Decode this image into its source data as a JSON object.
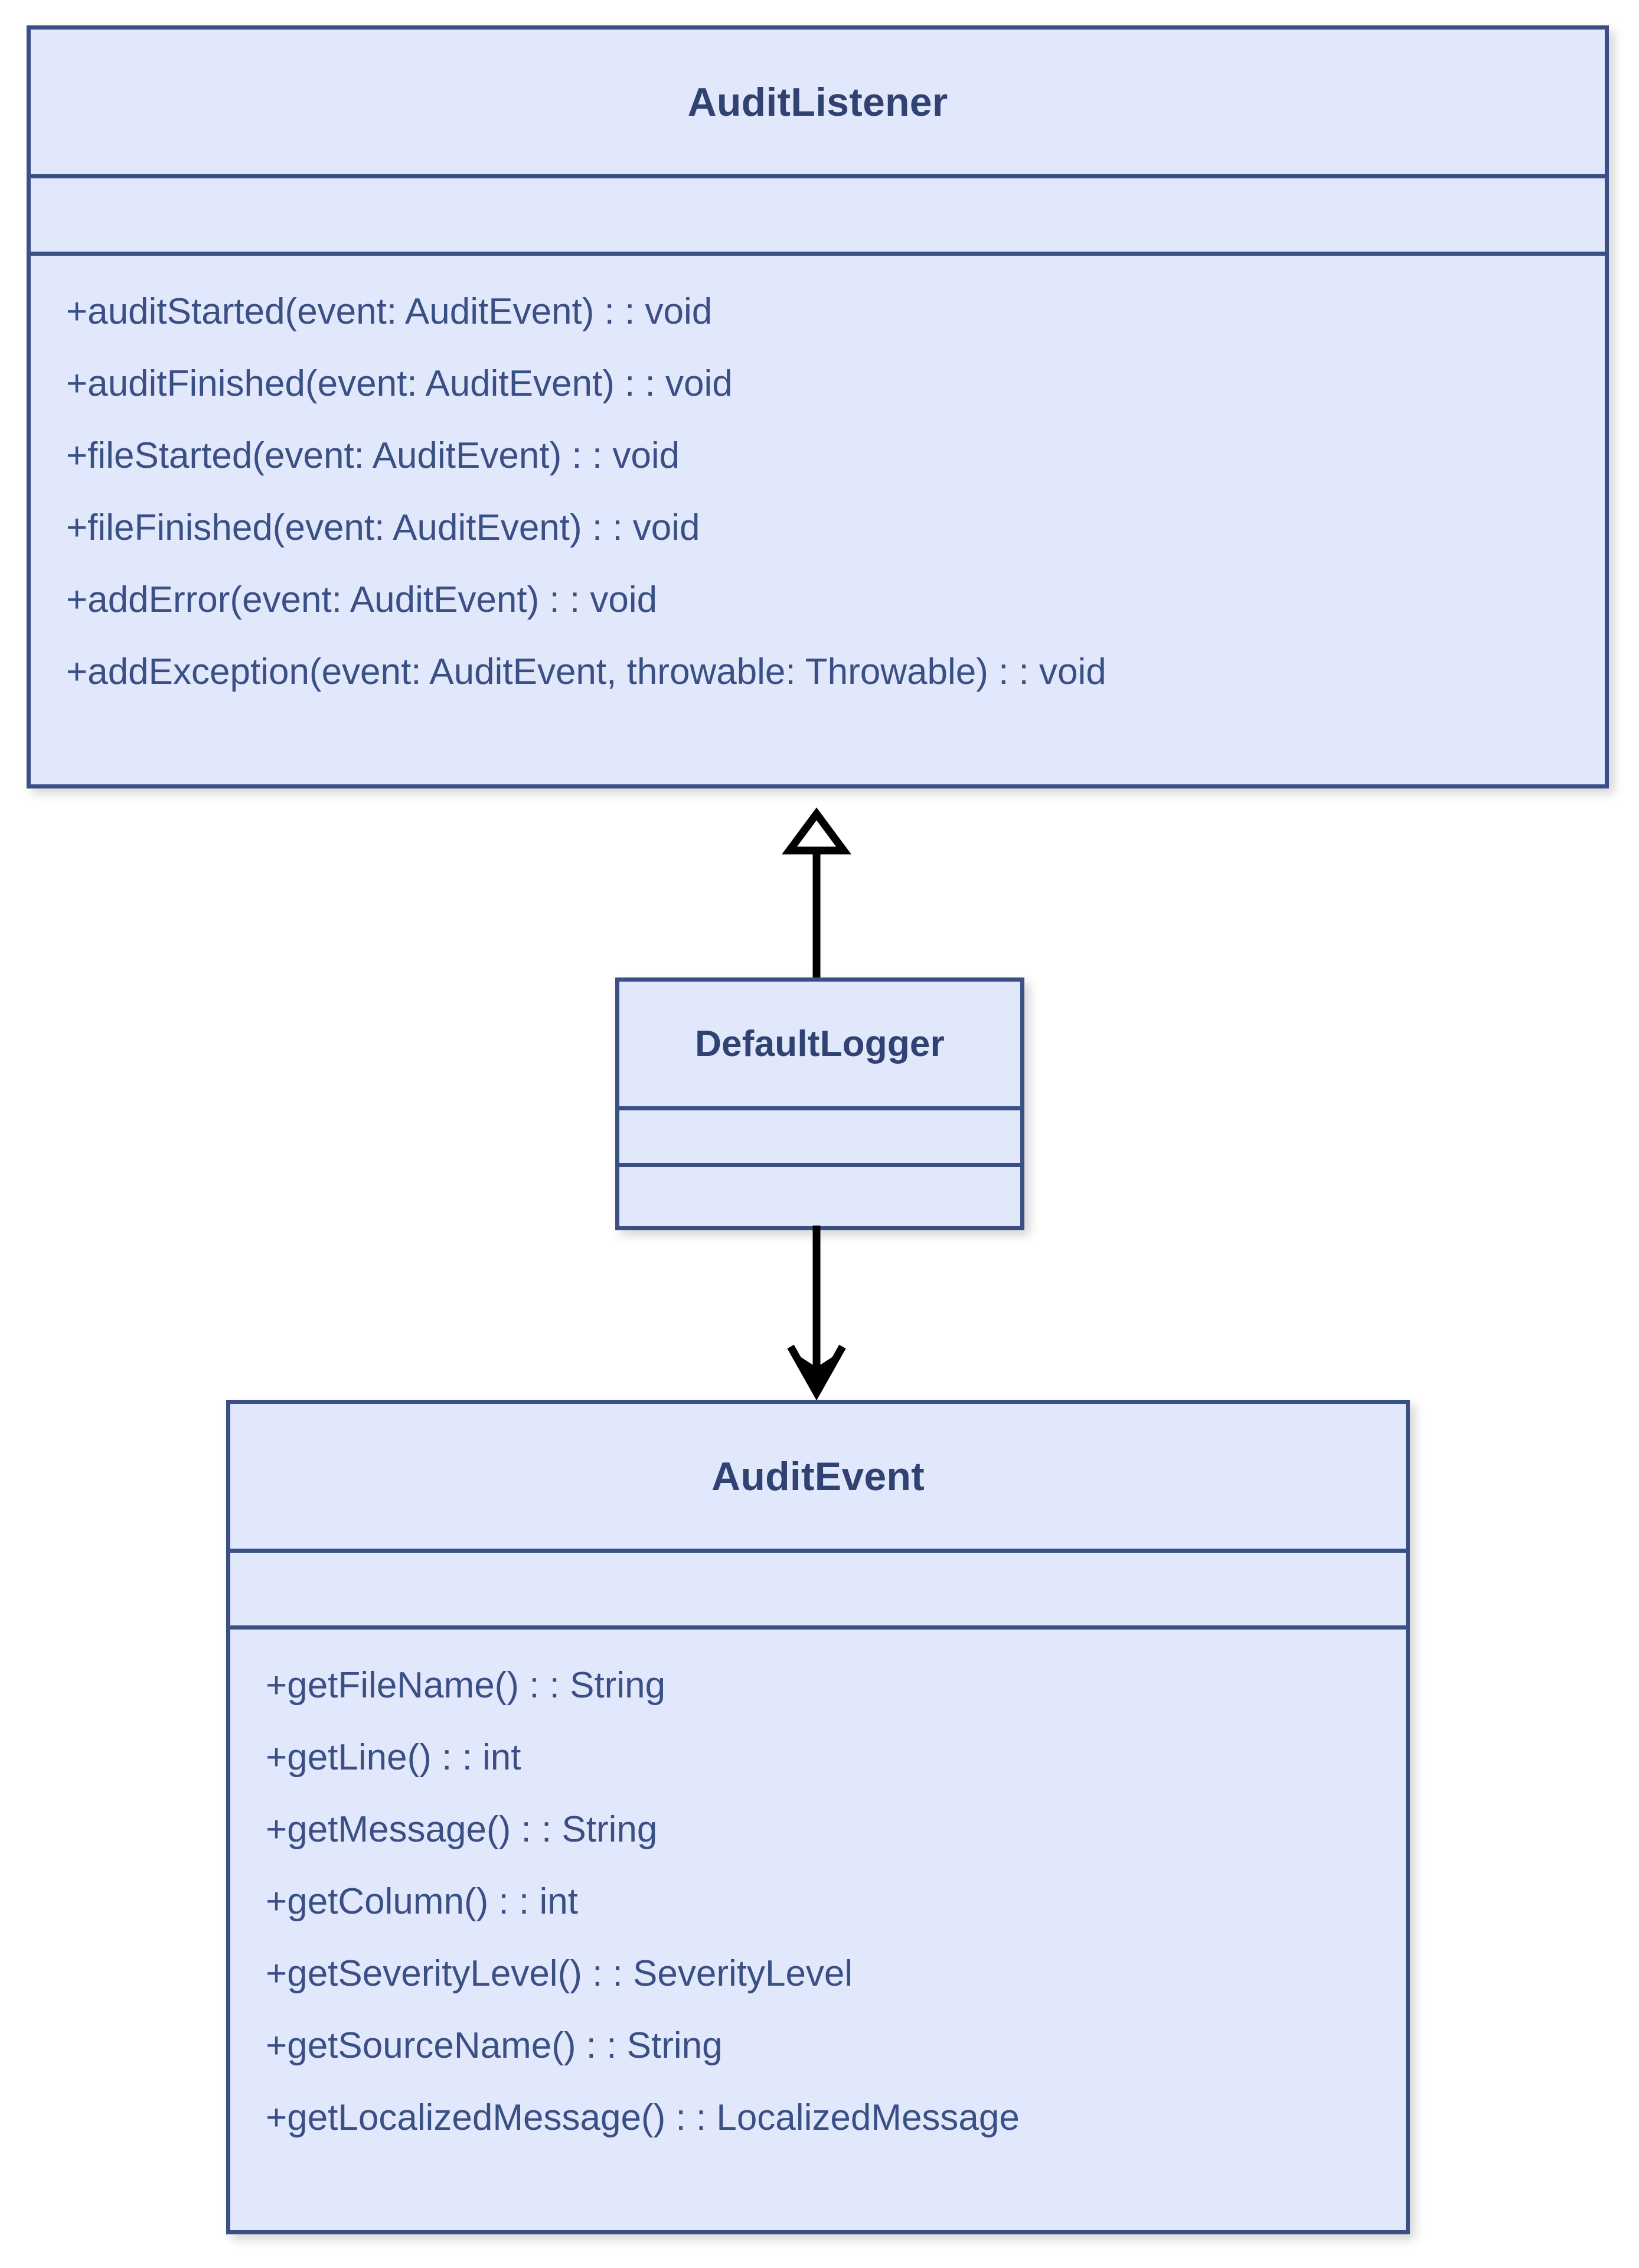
{
  "diagram": {
    "type": "uml-class-diagram",
    "background_color": "#ffffff",
    "box_fill_color": "#e2e8fb",
    "box_border_color": "#3a5085",
    "text_color": "#3a5085",
    "title_text_color": "#2f4271",
    "connector_color": "#000000"
  },
  "classes": [
    {
      "id": "audit-listener",
      "name": "AuditListener",
      "attributes": [],
      "methods": [
        "+auditStarted(event: AuditEvent) : : void",
        "+auditFinished(event: AuditEvent) : : void",
        "+fileStarted(event: AuditEvent) : : void",
        "+fileFinished(event: AuditEvent) : : void",
        "+addError(event: AuditEvent) : : void",
        "+addException(event: AuditEvent, throwable: Throwable) : : void"
      ]
    },
    {
      "id": "default-logger",
      "name": "DefaultLogger",
      "attributes": [],
      "methods": []
    },
    {
      "id": "audit-event",
      "name": "AuditEvent",
      "attributes": [],
      "methods": [
        "+getFileName() : : String",
        "+getLine() : : int",
        "+getMessage() : : String",
        "+getColumn() : : int",
        "+getSeverityLevel() : : SeverityLevel",
        "+getSourceName() : : String",
        "+getLocalizedMessage() : : LocalizedMessage"
      ]
    }
  ],
  "relationships": [
    {
      "id": "inheritance",
      "kind": "generalization",
      "arrowhead": "hollow-triangle",
      "direction": "up",
      "from": "DefaultLogger",
      "to": "AuditListener",
      "label": ""
    },
    {
      "id": "dependency",
      "kind": "association",
      "arrowhead": "open-arrow",
      "direction": "down",
      "from": "DefaultLogger",
      "to": "AuditEvent",
      "label": ""
    }
  ]
}
